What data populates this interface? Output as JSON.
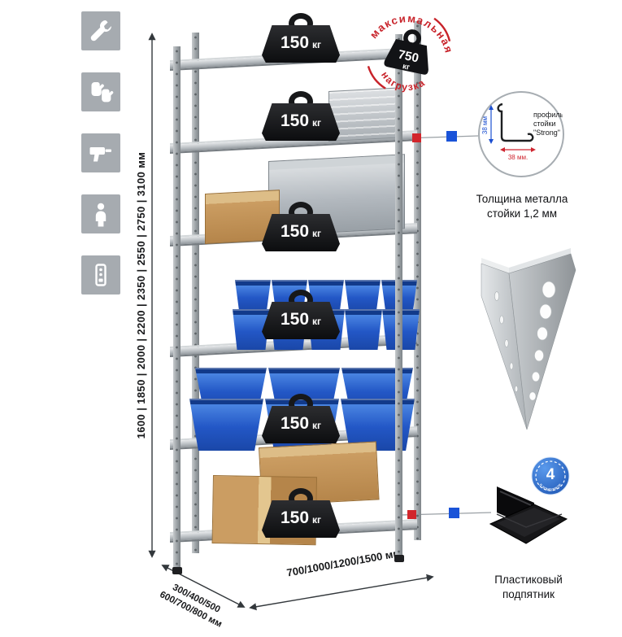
{
  "colors": {
    "accent_red": "#c8232a",
    "accent_blue": "#1a53d8",
    "icon_gray": "#a6abb0",
    "badge_blue": "#2e7ad0",
    "metal_gray": "#b9bec2",
    "bin_blue": "#2357c6",
    "cardboard": "#cb9d62"
  },
  "side_icons": [
    {
      "name": "wrench-icon"
    },
    {
      "name": "gloves-icon"
    },
    {
      "name": "drill-icon"
    },
    {
      "name": "person-icon"
    },
    {
      "name": "power-strip-icon"
    }
  ],
  "dimensions": {
    "height": "1600 | 1850 | 2000 | 2200 | 2350 | 2550 | 2750 | 3100 мм",
    "depth_line1": "300/400/500",
    "depth_line2": "600/700/800 мм",
    "width": "700/1000/1200/1500 мм"
  },
  "shelf_weights": [
    {
      "value": "150",
      "unit": "кг"
    },
    {
      "value": "150",
      "unit": "кг"
    },
    {
      "value": "150",
      "unit": "кг"
    },
    {
      "value": "150",
      "unit": "кг"
    },
    {
      "value": "150",
      "unit": "кг"
    },
    {
      "value": "150",
      "unit": "кг"
    }
  ],
  "max_load": {
    "arc_top": "максимальная",
    "arc_bottom": "нагрузка",
    "value": "750",
    "unit": "кг"
  },
  "profile": {
    "line1": "профиль",
    "line2": "стойки",
    "line3": "\"Strong\"",
    "dim_v": "38 мм",
    "dim_h": "38 мм.",
    "caption1": "Толщина металла",
    "caption2": "стойки 1,2 мм"
  },
  "foot": {
    "badge_value": "4",
    "badge_text": "в комплекте",
    "caption1": "Пластиковый",
    "caption2": "подпятник"
  }
}
